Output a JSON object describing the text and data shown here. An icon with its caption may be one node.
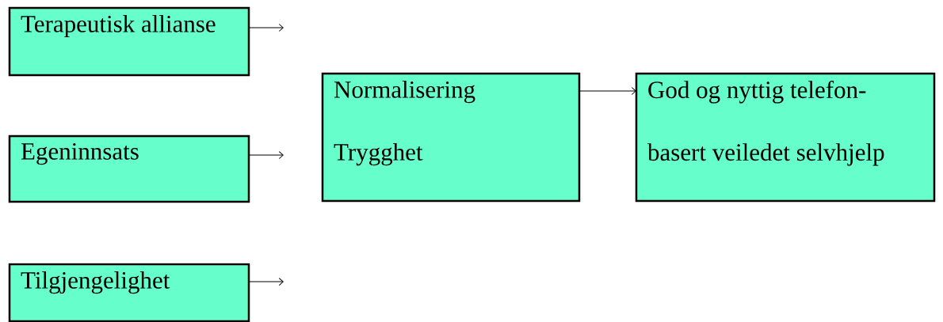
{
  "diagram": {
    "nodes": [
      {
        "text": [
          "Terapeutisk allianse"
        ]
      },
      {
        "text": [
          "Egeninnsats"
        ]
      },
      {
        "text": [
          "Tilgjengelighet"
        ]
      },
      {
        "text": [
          "Normalisering",
          "Trygghet"
        ]
      },
      {
        "text": [
          "God og nyttig telefon- basert veiledet selvhjelp"
        ]
      }
    ],
    "edges": [
      {
        "from": 0,
        "to": null,
        "arrow": "to"
      },
      {
        "from": 1,
        "to": null,
        "arrow": "to"
      },
      {
        "from": 2,
        "to": null,
        "arrow": "to"
      },
      {
        "from": 3,
        "to": 4,
        "arrow": "to"
      }
    ]
  }
}
